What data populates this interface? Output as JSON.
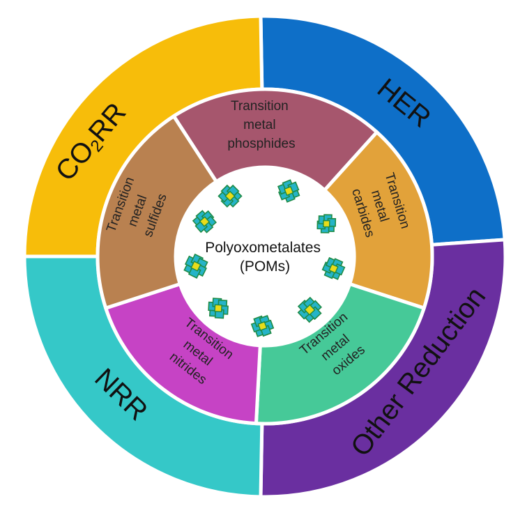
{
  "diagram": {
    "center": {
      "lines": [
        "Polyoxometalates",
        "(POMs)"
      ]
    },
    "outer_ring": [
      {
        "id": "her",
        "label": "HER",
        "color": "#0e6fc8"
      },
      {
        "id": "other",
        "label": "Other Reduction",
        "color": "#6a2fa0"
      },
      {
        "id": "nrr",
        "label": "NRR",
        "color": "#35c8c8"
      },
      {
        "id": "co2rr",
        "label_main": "CO",
        "label_sub": "2",
        "label_tail": "RR",
        "color": "#f7bd0a"
      }
    ],
    "inner_ring": [
      {
        "id": "phosphides",
        "lines": [
          "Transition",
          "metal",
          "phosphides"
        ],
        "color": "#a6566d"
      },
      {
        "id": "carbides",
        "lines": [
          "Transition",
          "metal",
          "carbides"
        ],
        "color": "#e2a23a"
      },
      {
        "id": "oxides",
        "lines": [
          "Transition",
          "metal",
          "oxides"
        ],
        "color": "#46c998"
      },
      {
        "id": "nitrides",
        "lines": [
          "Transition",
          "metal",
          "nitrides"
        ],
        "color": "#c643c5"
      },
      {
        "id": "sulfides",
        "lines": [
          "Transition",
          "metal",
          "sulfides"
        ],
        "color": "#b98150"
      }
    ],
    "cluster_colors": {
      "cyan": "#25b4c8",
      "green": "#1e8a45",
      "yellow": "#e8dc1a"
    }
  }
}
